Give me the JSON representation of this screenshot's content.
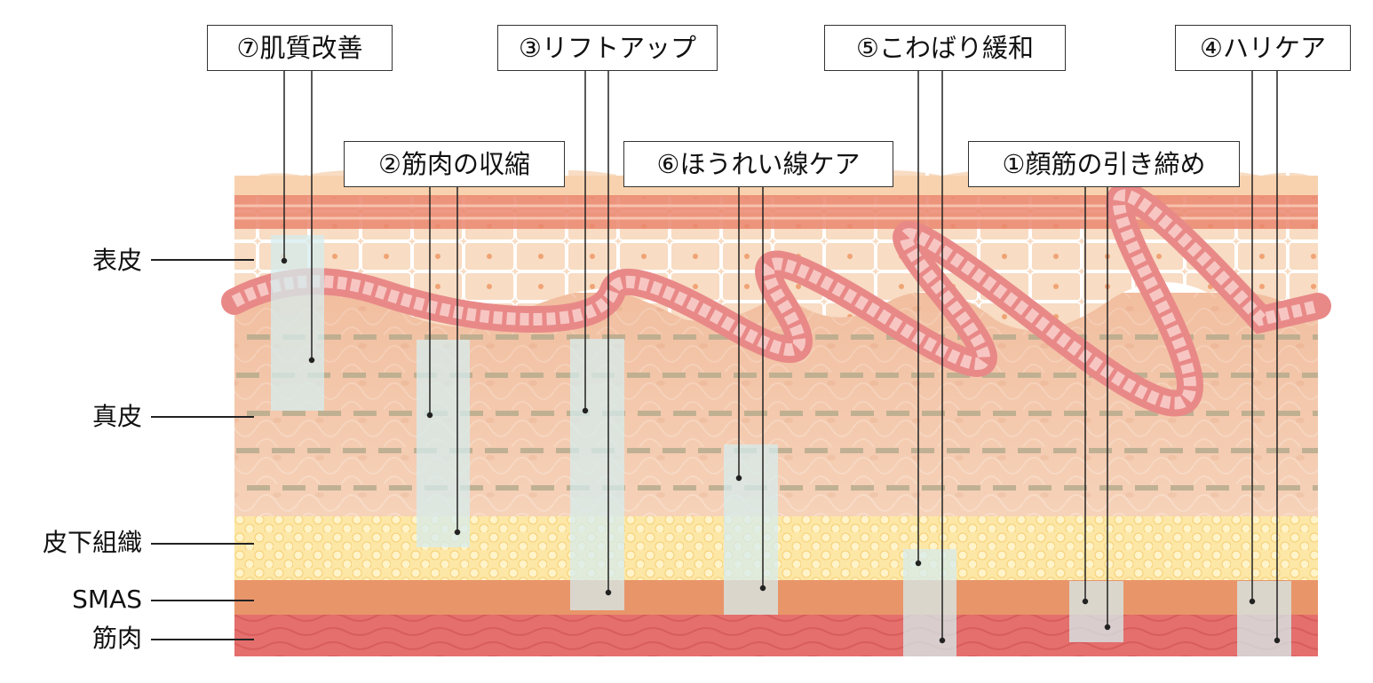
{
  "layers": [
    {
      "id": "epidermis",
      "label": "表皮"
    },
    {
      "id": "dermis",
      "label": "真皮"
    },
    {
      "id": "subcutaneous",
      "label": "皮下組織"
    },
    {
      "id": "smas",
      "label": "SMAS"
    },
    {
      "id": "muscle",
      "label": "筋肉"
    }
  ],
  "callouts": [
    {
      "id": "skin-quality",
      "label": "⑦肌質改善",
      "depth": "dermis"
    },
    {
      "id": "lift-up",
      "label": "③リフトアップ",
      "depth": "smas"
    },
    {
      "id": "stiffness-relief",
      "label": "⑤こわばり緩和",
      "depth": "muscle"
    },
    {
      "id": "firmness-care",
      "label": "④ハリケア",
      "depth": "muscle"
    },
    {
      "id": "muscle-contraction",
      "label": "②筋肉の収縮",
      "depth": "subcutaneous"
    },
    {
      "id": "nasolabial-care",
      "label": "⑥ほうれい線ケア",
      "depth": "smas"
    },
    {
      "id": "facial-tightening",
      "label": "①顔筋の引き締め",
      "depth": "muscle"
    }
  ],
  "colors": {
    "epidermis": "#f6d2b4",
    "basal": "#e98d8a",
    "dermis": "#f3c2a4",
    "fat": "#fce39a",
    "smas": "#e9956a",
    "muscle": "#e46f6c",
    "beam": "#d6ecee",
    "line": "#222222"
  }
}
